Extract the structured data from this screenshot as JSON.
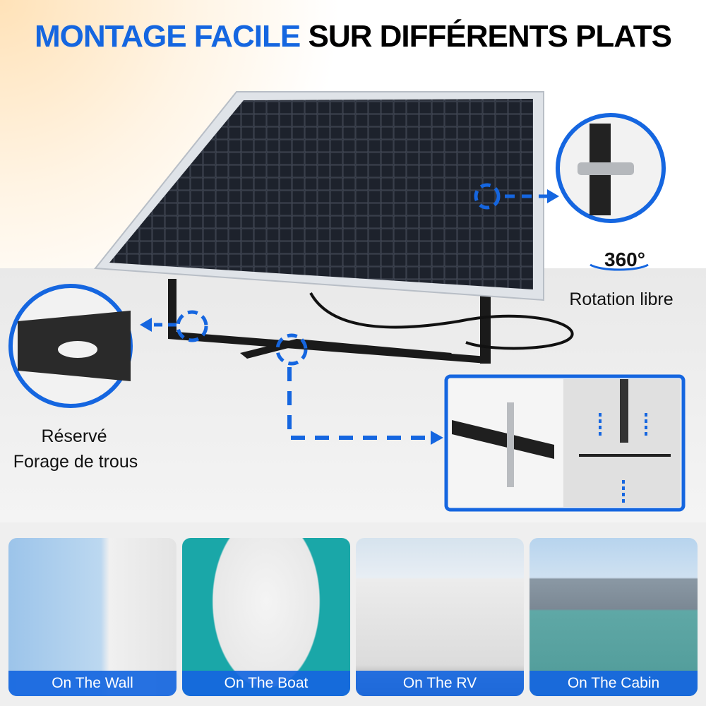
{
  "header": {
    "title_blue": "MONTAGE FACILE",
    "title_black": "SUR DIFFÉRENTS PLATS"
  },
  "callouts": {
    "rotation_degrees": "360°",
    "rotation_label": "Rotation libre",
    "reserved_line1": "Réservé",
    "reserved_line2": "Forage de trous"
  },
  "colors": {
    "accent": "#1566e0"
  },
  "scenarios": [
    {
      "label": "On The Wall"
    },
    {
      "label": "On The Boat"
    },
    {
      "label": "On The RV"
    },
    {
      "label": "On The Cabin"
    }
  ]
}
